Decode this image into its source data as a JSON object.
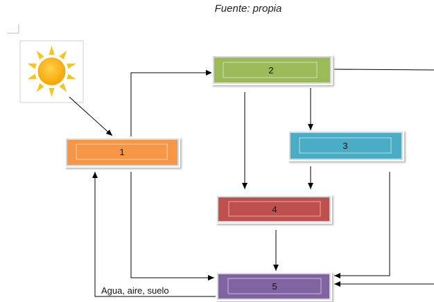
{
  "caption": "Fuente: propia",
  "boxes": [
    {
      "label": "1",
      "color": "#f79646"
    },
    {
      "label": "2",
      "color": "#9bbb59"
    },
    {
      "label": "3",
      "color": "#4bacc6"
    },
    {
      "label": "4",
      "color": "#c0504d"
    },
    {
      "label": "5",
      "color": "#8064a2"
    }
  ],
  "edge_label": "Agua, aire, suelo",
  "icon": "sun-icon"
}
